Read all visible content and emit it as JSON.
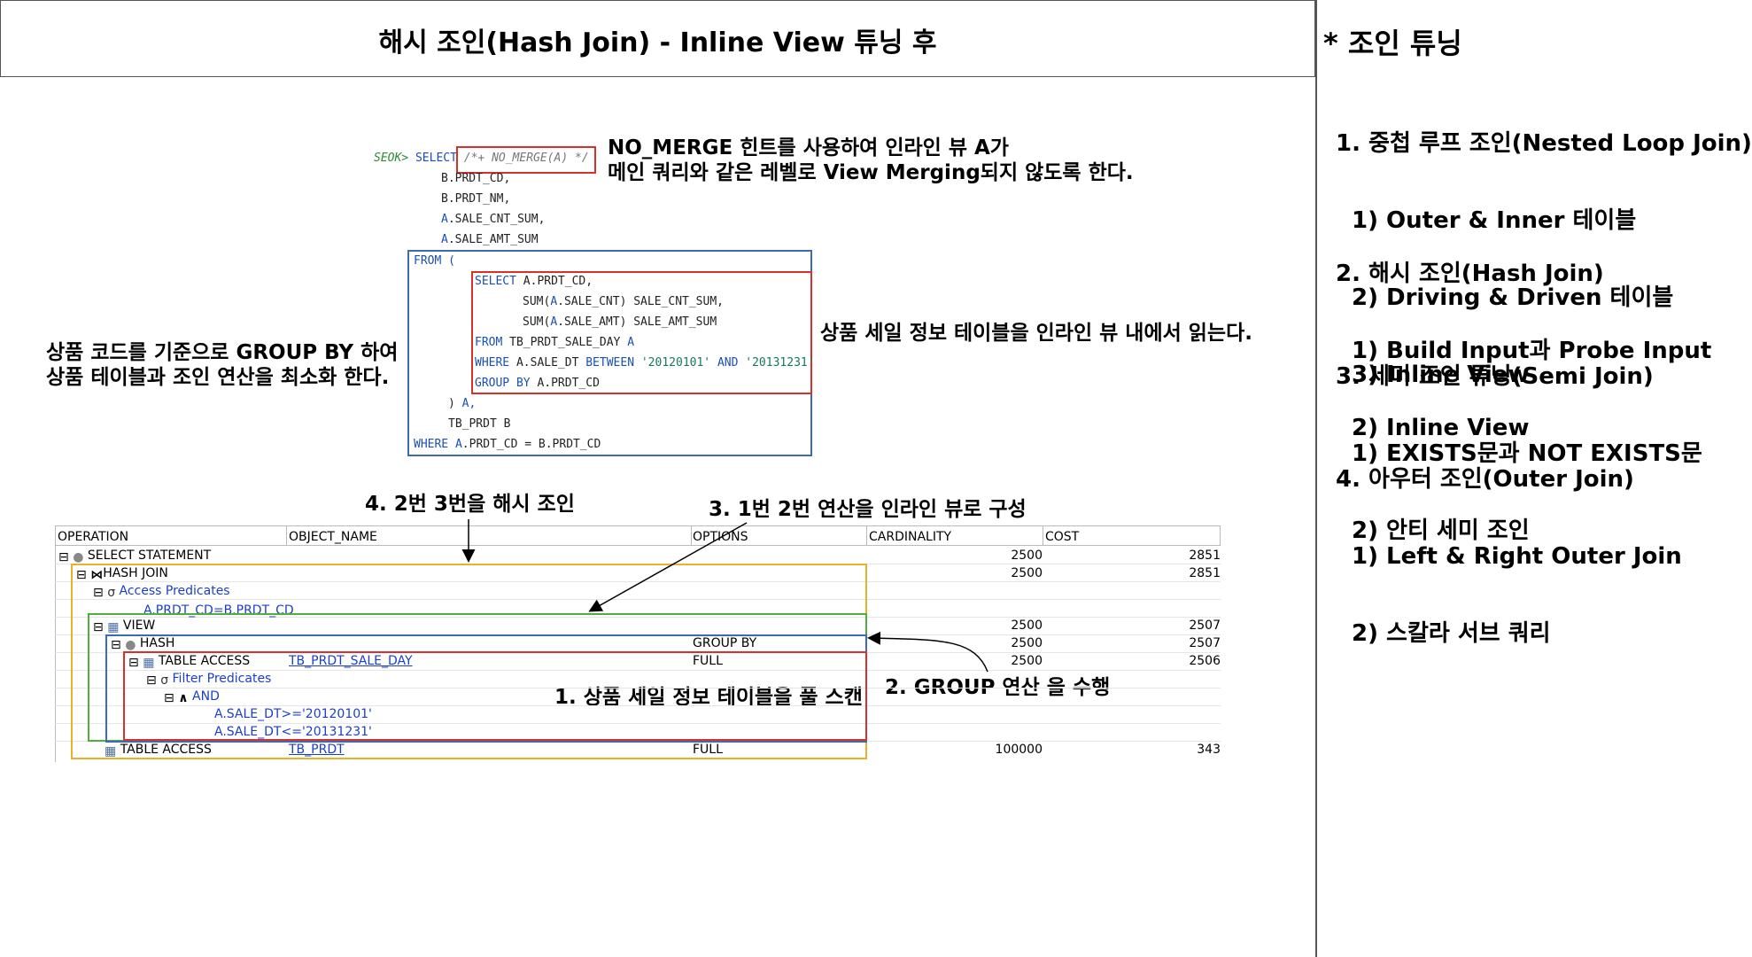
{
  "title": "해시 조인(Hash Join) - Inline View 튜닝 후",
  "sidebar": {
    "heading": "* 조인 튜닝",
    "sections": [
      {
        "head": "1. 중첩 루프 조인(Nested Loop Join)",
        "items": [
          "1) Outer & Inner 테이블",
          "2) Driving & Driven 테이블",
          "3) Inline View"
        ]
      },
      {
        "head": "2. 해시 조인(Hash Join)",
        "items": [
          "1) Build Input과 Probe Input",
          "2) Inline View"
        ]
      },
      {
        "head": "3. 세미 조인 튜닝(Semi Join)",
        "items": [
          "1) EXISTS문과 NOT EXISTS문",
          "2) 안티 세미 조인"
        ]
      },
      {
        "head": "4. 아우터 조인(Outer Join)",
        "items": [
          "1) Left & Right Outer Join",
          "2) 스칼라 서브 쿼리"
        ]
      }
    ]
  },
  "sql": {
    "prompt": "SEOK>",
    "select": "SELECT",
    "hint": "/*+ NO_MERGE(A) */",
    "col1": "B.PRDT_CD,",
    "col2": "B.PRDT_NM,",
    "col3_alias": "A",
    "col3": ".SALE_CNT_SUM,",
    "col4_alias": "A",
    "col4": ".SALE_AMT_SUM",
    "from": "FROM (",
    "inner_select": "SELECT",
    "inner_col1": " A.PRDT_CD,",
    "inner_sum1_a": "SUM(",
    "inner_sum1_b": "A",
    "inner_sum1_c": ".SALE_CNT) SALE_CNT_SUM,",
    "inner_sum2_a": "SUM(",
    "inner_sum2_b": "A",
    "inner_sum2_c": ".SALE_AMT) SALE_AMT_SUM",
    "inner_from": "FROM",
    "inner_from_tbl": " TB_PRDT_SALE_DAY ",
    "inner_from_alias": "A",
    "inner_where": "WHERE",
    "inner_where_cond": " A.SALE_DT ",
    "inner_between": "BETWEEN",
    "inner_d1": "'20120101'",
    "inner_and": "AND",
    "inner_d2": "'20131231'",
    "inner_groupby": "GROUP BY",
    "inner_groupby_col": " A.PRDT_CD",
    "close": ") ",
    "close_alias": "A,",
    "tb2": "TB_PRDT B",
    "where": "WHERE",
    "where_a": " A",
    "where_cond": ".PRDT_CD = B.PRDT_CD"
  },
  "annotations": {
    "hint_note": "NO_MERGE 힌트를 사용하여 인라인 뷰 A가\n메인 쿼리와 같은 레벨로 View Merging되지 않도록 한다.",
    "inline_note": "상품 세일 정보 테이블을 인라인 뷰 내에서 읽는다.",
    "groupby_note": "상품 코드를 기준으로 GROUP BY 하여\n상품 테이블과 조인 연산을 최소화 한다.",
    "step4": "4. 2번 3번을 해시 조인",
    "step3": "3. 1번 2번 연산을 인라인 뷰로 구성",
    "step1": "1. 상품 세일 정보 테이블을 풀 스캔",
    "step2": "2. GROUP 연산 을 수행"
  },
  "plan": {
    "headers": [
      "OPERATION",
      "OBJECT_NAME",
      "OPTIONS",
      "CARDINALITY",
      "COST"
    ],
    "rows": [
      {
        "op": "SELECT STATEMENT",
        "obj": "",
        "opt": "",
        "card": "2500",
        "cost": "2851"
      },
      {
        "op": "HASH JOIN",
        "obj": "",
        "opt": "",
        "card": "2500",
        "cost": "2851"
      },
      {
        "op": "Access Predicates",
        "obj": "",
        "opt": "",
        "card": "",
        "cost": ""
      },
      {
        "op": "A.PRDT_CD=B.PRDT_CD",
        "obj": "",
        "opt": "",
        "card": "",
        "cost": ""
      },
      {
        "op": "VIEW",
        "obj": "",
        "opt": "",
        "card": "2500",
        "cost": "2507"
      },
      {
        "op": "HASH",
        "obj": "",
        "opt": "GROUP BY",
        "card": "2500",
        "cost": "2507"
      },
      {
        "op": "TABLE ACCESS",
        "obj": "TB_PRDT_SALE_DAY",
        "opt": "FULL",
        "card": "2500",
        "cost": "2506"
      },
      {
        "op": "Filter Predicates",
        "obj": "",
        "opt": "",
        "card": "",
        "cost": ""
      },
      {
        "op": "AND",
        "obj": "",
        "opt": "",
        "card": "",
        "cost": ""
      },
      {
        "op": "A.SALE_DT>='20120101'",
        "obj": "",
        "opt": "",
        "card": "",
        "cost": ""
      },
      {
        "op": "A.SALE_DT<='20131231'",
        "obj": "",
        "opt": "",
        "card": "",
        "cost": ""
      },
      {
        "op": "TABLE ACCESS",
        "obj": "TB_PRDT",
        "opt": "FULL",
        "card": "100000",
        "cost": "343"
      }
    ]
  }
}
